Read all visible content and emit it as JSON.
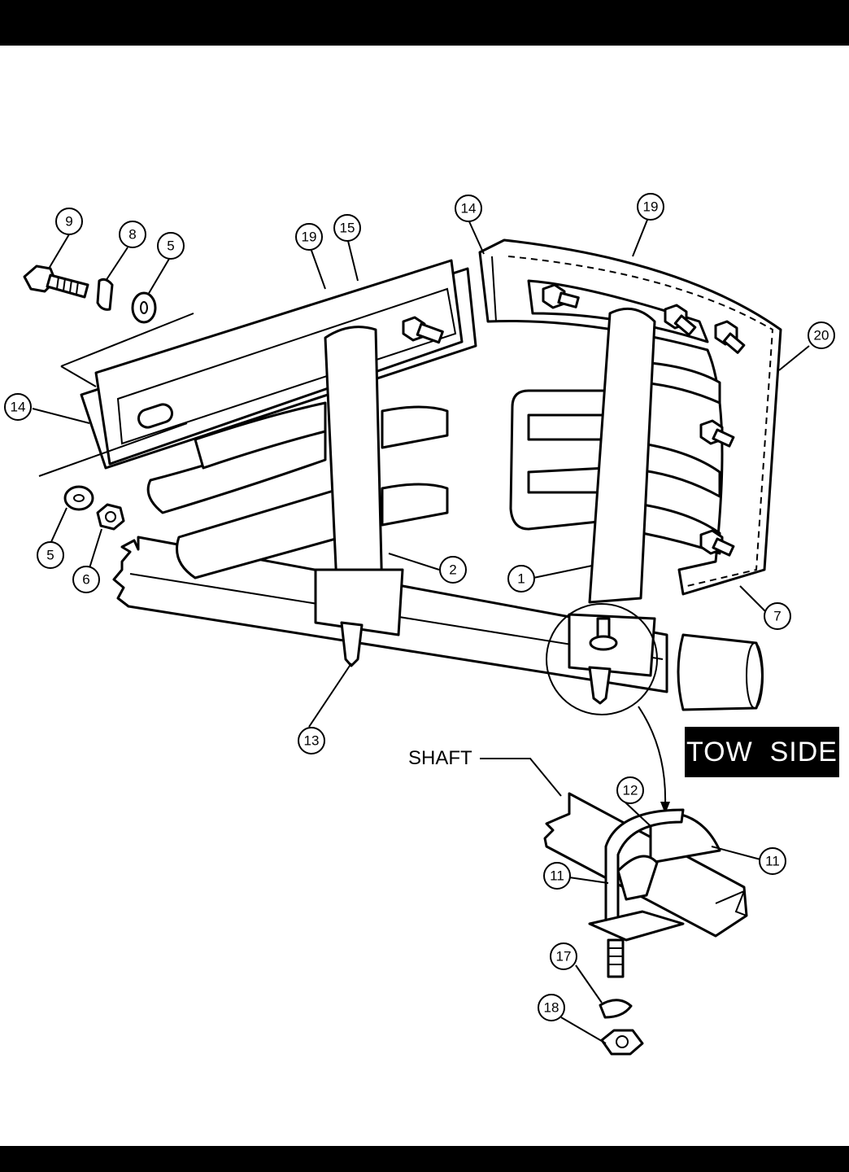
{
  "labels": {
    "tow_side": "TOW  SIDE",
    "shaft": "SHAFT"
  },
  "callouts": [
    "9",
    "8",
    "5",
    "19",
    "15",
    "14",
    "19",
    "20",
    "14",
    "5",
    "6",
    "2",
    "1",
    "7",
    "13",
    "12",
    "11",
    "11",
    "17",
    "18"
  ],
  "icons": [
    "bolt-icon",
    "lock-washer-icon",
    "flat-washer-icon",
    "hex-nut-icon",
    "u-bolt-icon",
    "spacer-icon"
  ],
  "colors": {
    "ink": "#000000",
    "paper": "#ffffff"
  }
}
